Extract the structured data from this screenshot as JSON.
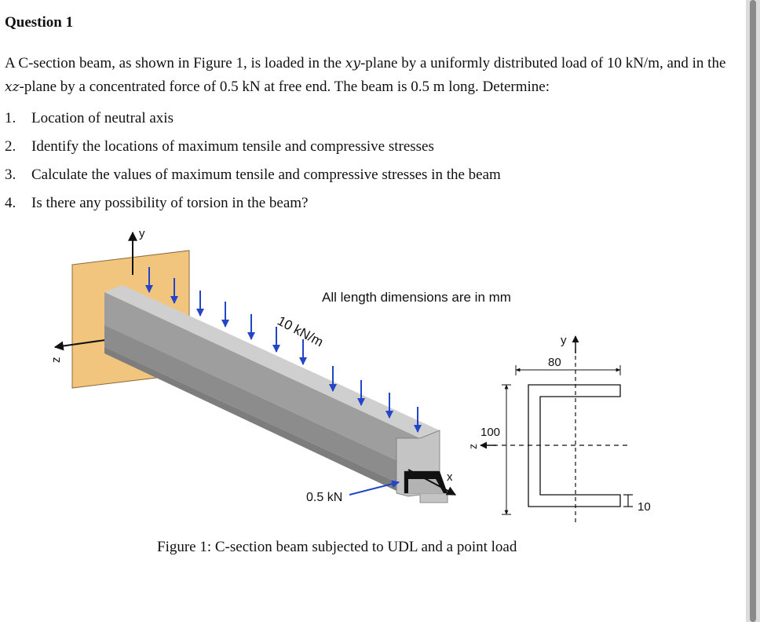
{
  "question": {
    "title": "Question 1"
  },
  "problem": {
    "p1": "A C-section beam, as shown in Figure 1, is loaded in the ",
    "plane1": "xy",
    "p2": "-plane by a uniformly distributed load of 10 kN/m, and in the ",
    "plane2": "xz",
    "p3": "-plane by a concentrated force of 0.5 kN at free end. The beam is 0.5 m long. Determine:"
  },
  "tasks": [
    {
      "num": "1.",
      "text": "Location of neutral axis"
    },
    {
      "num": "2.",
      "text": "Identify the locations of maximum tensile and compressive stresses"
    },
    {
      "num": "3.",
      "text": "Calculate the values of maximum tensile and compressive stresses in the beam"
    },
    {
      "num": "4.",
      "text": "Is there any possibility of torsion in the beam?"
    }
  ],
  "figure": {
    "dimensions_note": "All length dimensions are in mm",
    "udl_label": "10 kN/m",
    "point_load_label": "0.5 kN",
    "axis_y": "y",
    "axis_z": "z",
    "axis_x": "x",
    "section_y": "y",
    "section_z": "z",
    "flange_width": "80",
    "web_height": "100",
    "thickness": "10",
    "caption": "Figure 1: C-section beam subjected to UDL and a point load"
  },
  "colors": {
    "wall": "#f1c57e",
    "beam": "#a9a9a9",
    "load_arrow": "#2346c9"
  }
}
